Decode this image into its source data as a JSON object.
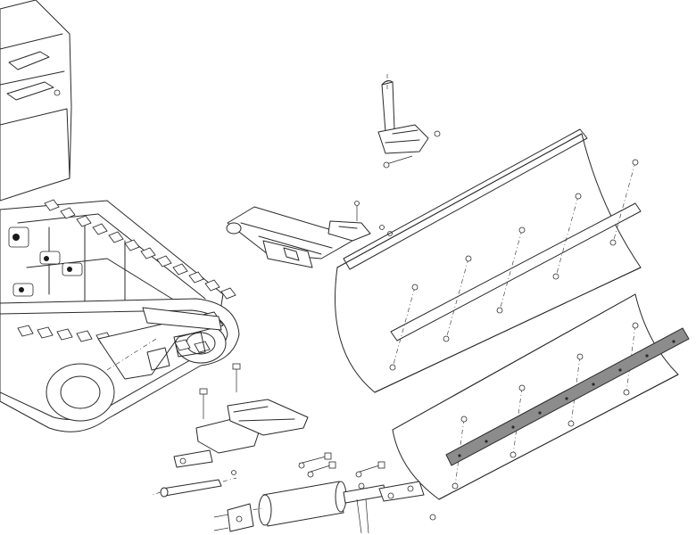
{
  "figure": {
    "kind": "exploded-parts-drawing",
    "colors": {
      "line": "#2a2a2a",
      "background": "#ffffff",
      "highlighted_part": "#8c8c8c"
    },
    "parts": [
      "tracked-carrier",
      "mounting-frame",
      "support-bracket",
      "plow-blade-upper",
      "plow-blade-lower",
      "cutting-edge-strip",
      "hydraulic-cylinder",
      "hitch-bracket"
    ]
  }
}
